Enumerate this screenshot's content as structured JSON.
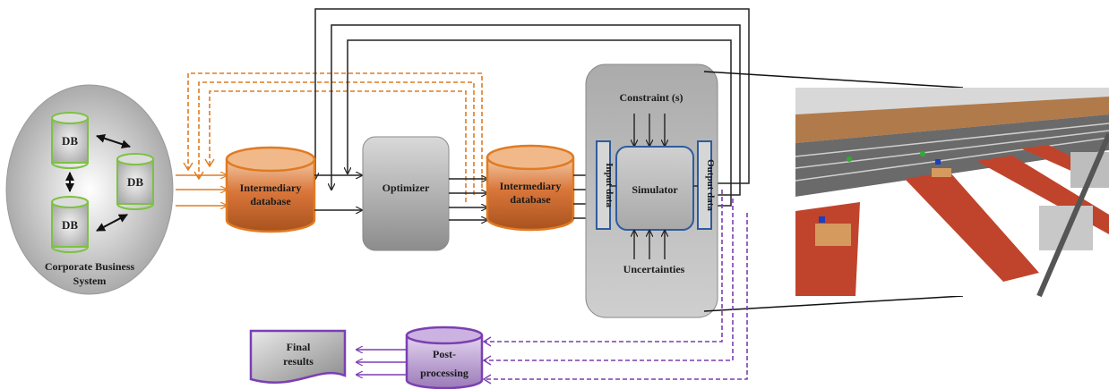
{
  "corporate": {
    "label_line1": "Corporate Business",
    "label_line2": "System",
    "db_labels": [
      "DB",
      "DB",
      "DB"
    ]
  },
  "intermediary_left": {
    "line1": "Intermediary",
    "line2": "database"
  },
  "optimizer": {
    "label": "Optimizer"
  },
  "intermediary_right": {
    "line1": "Intermediary",
    "line2": "database"
  },
  "simulation": {
    "constraint_label": "Constraint (s)",
    "simulator_label": "Simulator",
    "uncertainties_label": "Uncertainties",
    "input_label": "Input data",
    "output_label": "Output data"
  },
  "post_processing": {
    "line1": "Post-",
    "line2": "processing"
  },
  "final_results": {
    "line1": "Final",
    "line2": "results"
  },
  "colors": {
    "orange": "#e07b22",
    "purple": "#7b3fb2",
    "green": "#7dc242",
    "blue": "#2e5c9e",
    "arrow": "#222222"
  }
}
